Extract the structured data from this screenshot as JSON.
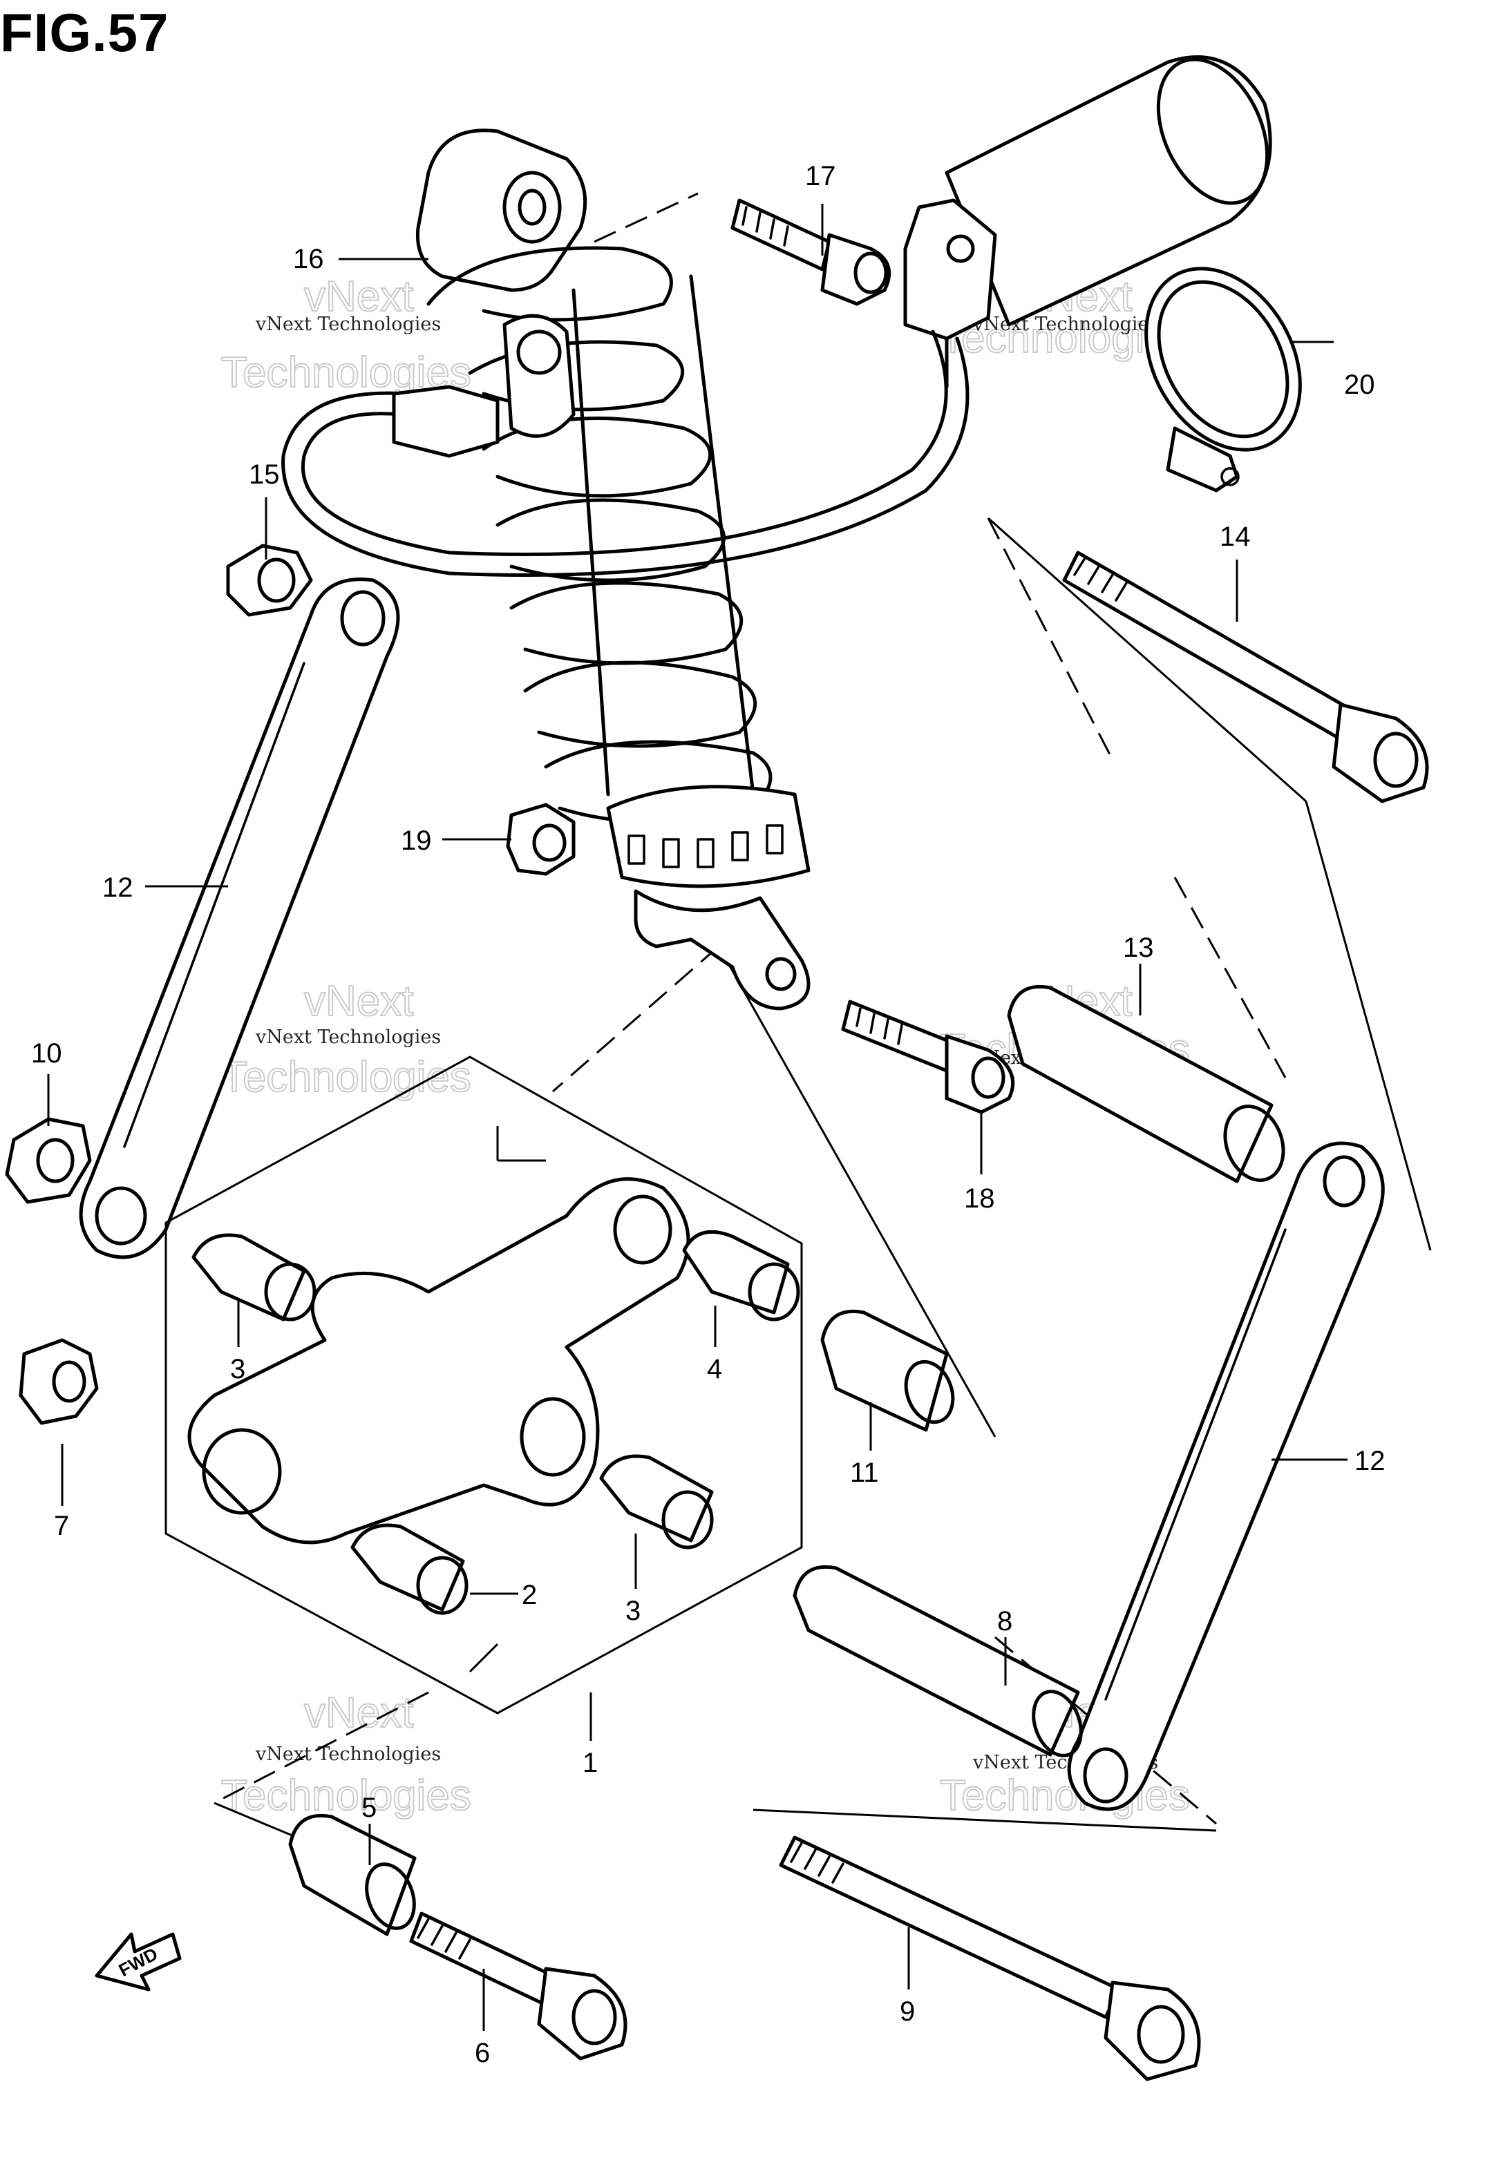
{
  "figure": {
    "title": "FIG.57"
  },
  "watermark": {
    "line1": "vNext Technologies",
    "line2": "vNext",
    "line3": "Technologies"
  },
  "fwd_label": "FWD",
  "callouts": [
    {
      "id": "c1",
      "label": "1"
    },
    {
      "id": "c2",
      "label": "2"
    },
    {
      "id": "c3a",
      "label": "3"
    },
    {
      "id": "c3b",
      "label": "3"
    },
    {
      "id": "c4",
      "label": "4"
    },
    {
      "id": "c5",
      "label": "5"
    },
    {
      "id": "c6",
      "label": "6"
    },
    {
      "id": "c7",
      "label": "7"
    },
    {
      "id": "c8",
      "label": "8"
    },
    {
      "id": "c9",
      "label": "9"
    },
    {
      "id": "c10",
      "label": "10"
    },
    {
      "id": "c11",
      "label": "11"
    },
    {
      "id": "c12a",
      "label": "12"
    },
    {
      "id": "c12b",
      "label": "12"
    },
    {
      "id": "c13",
      "label": "13"
    },
    {
      "id": "c14",
      "label": "14"
    },
    {
      "id": "c15",
      "label": "15"
    },
    {
      "id": "c16",
      "label": "16"
    },
    {
      "id": "c17",
      "label": "17"
    },
    {
      "id": "c18",
      "label": "18"
    },
    {
      "id": "c19",
      "label": "19"
    },
    {
      "id": "c20",
      "label": "20"
    }
  ]
}
